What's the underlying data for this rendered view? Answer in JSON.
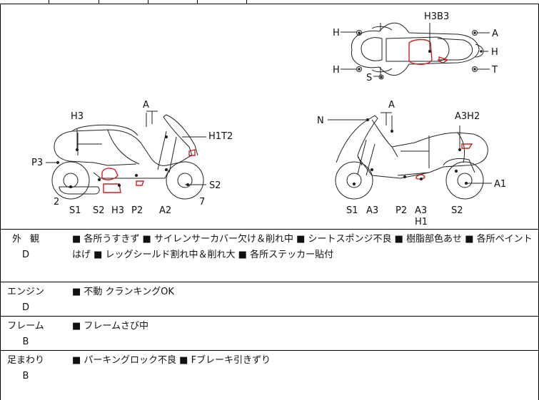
{
  "diagram": {
    "top_view_labels": [
      "H3B3",
      "H",
      "A",
      "H",
      "H",
      "S",
      "T"
    ],
    "left_view_labels": [
      "A",
      "H3",
      "H1T2",
      "P3",
      "S2",
      "2",
      "7",
      "S1",
      "S2",
      "H3",
      "P2",
      "A2"
    ],
    "right_view_labels": [
      "A",
      "N",
      "A3H2",
      "A1",
      "S1",
      "A3",
      "P2",
      "A3",
      "H1",
      "S2"
    ],
    "damage_color": "#cc2222",
    "line_color": "#222222"
  },
  "report": {
    "exterior": {
      "category": "外観",
      "grade": "D",
      "notes": "■ 各所うすきず ■ サイレンサーカバー欠け＆削れ中 ■ シートスポンジ不良 ■ 樹脂部色あせ ■ 各所ペイントはげ ■ レッグシールド割れ中＆削れ大 ■ 各所ステッカー貼付"
    },
    "engine": {
      "category": "エンジン",
      "grade": "D",
      "notes": "■ 不動 クランキングOK"
    },
    "frame": {
      "category": "フレーム",
      "grade": "B",
      "notes": "■ フレームさび中"
    },
    "suspension": {
      "category": "足まわり",
      "grade": "B",
      "notes": "■ パーキングロック不良 ■ Fブレーキ引きずり"
    }
  }
}
